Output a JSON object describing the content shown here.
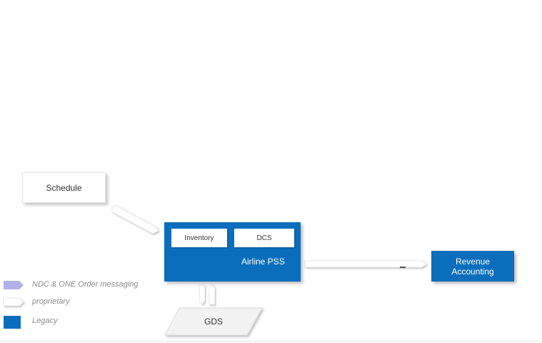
{
  "nodes": {
    "schedule": "Schedule",
    "airline_pss": "Airline PSS",
    "inventory": "Inventory",
    "dcs": "DCS",
    "revenue_line1": "Revenue",
    "revenue_line2": "Accounting",
    "gds": "GDS"
  },
  "legend": {
    "ndc": "NDC & ONE Order messaging",
    "proprietary": "proprietary",
    "legacy": "Legacy"
  },
  "colors": {
    "legacy_blue": "#0a6ebd",
    "ndc_purple": "#b3b0e8",
    "proprietary_white": "#ffffff"
  }
}
